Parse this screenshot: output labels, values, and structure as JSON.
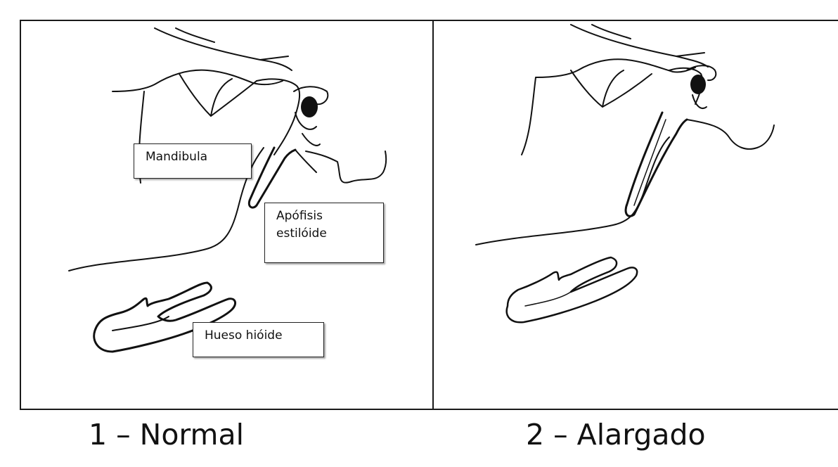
{
  "panels": [
    {
      "caption": "1 – Normal",
      "labels": {
        "mandible": "Mandibula",
        "styloid_line1": "Apófisis",
        "styloid_line2": "estilóide",
        "hyoid": "Hueso hióide"
      }
    },
    {
      "caption": "2 – Alargado"
    }
  ],
  "colors": {
    "ink": "#111111",
    "background": "#ffffff"
  }
}
